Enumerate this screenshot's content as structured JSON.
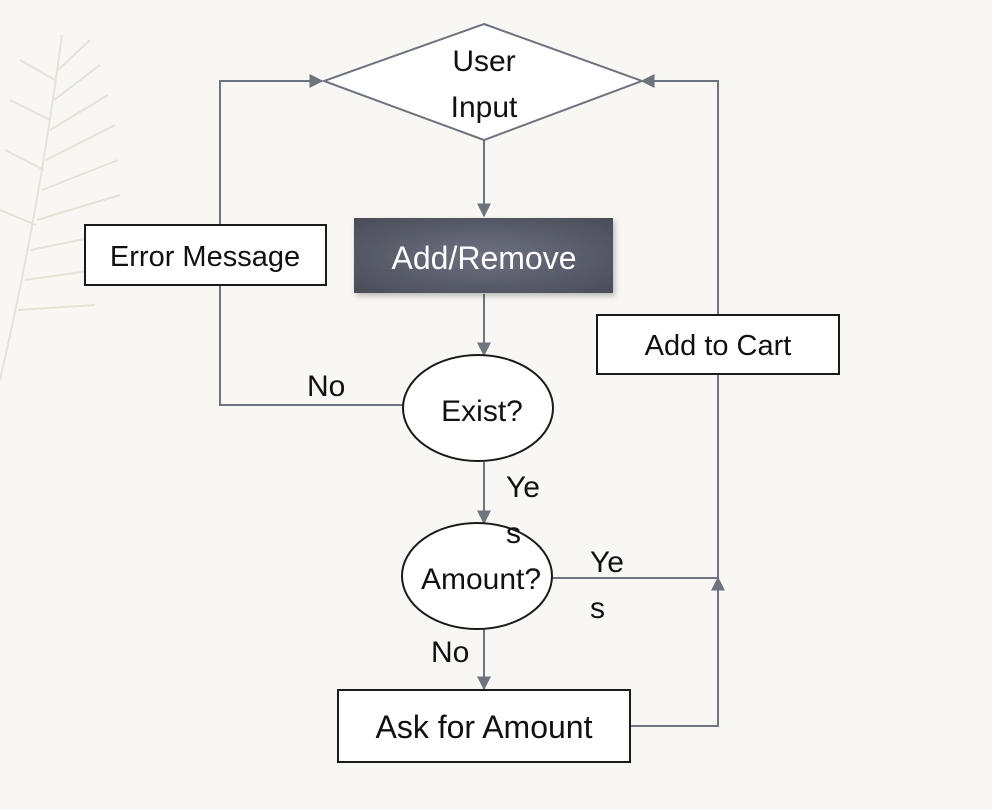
{
  "nodes": {
    "user_input": {
      "line1": "User",
      "line2": "Input"
    },
    "add_remove": "Add/Remove",
    "error_message": "Error Message",
    "add_to_cart": "Add to Cart",
    "exist": "Exist?",
    "amount": "Amount?",
    "ask_amount": "Ask for Amount"
  },
  "edge_labels": {
    "exist_no": "No",
    "exist_yes": {
      "line1": "Ye",
      "line2": "s"
    },
    "amount_yes": {
      "line1": "Ye",
      "line2": "s"
    },
    "amount_no": "No"
  },
  "colors": {
    "background": "#f8f7f3",
    "connector": "#6e7380",
    "add_remove_fill": "#5c5f6b",
    "decorative_leaf": "#e5e3d7"
  }
}
